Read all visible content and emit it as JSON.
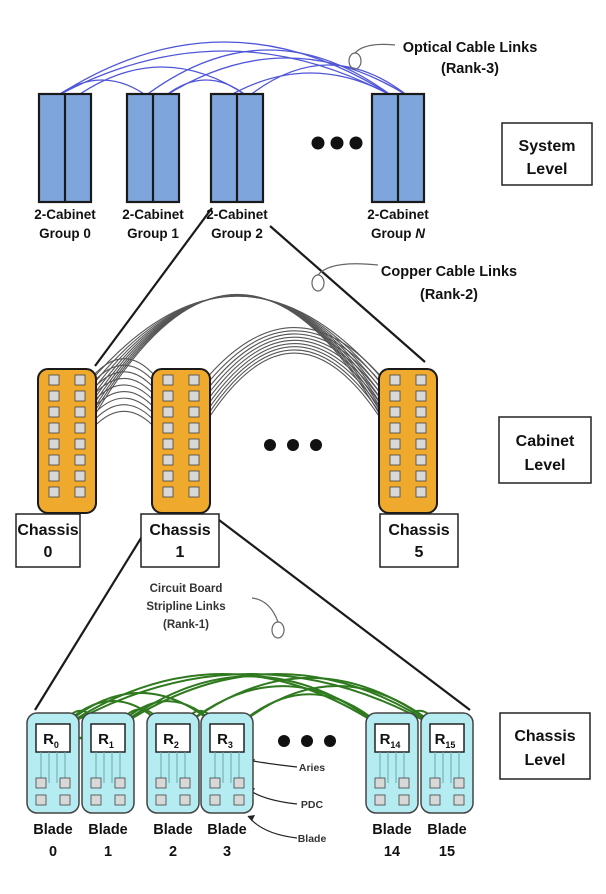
{
  "system": {
    "cable_label": [
      "Optical Cable Links",
      "(Rank-3)"
    ],
    "level_label": [
      "System",
      "Level"
    ],
    "groups": [
      {
        "line1": "2-Cabinet",
        "line2": "Group 0"
      },
      {
        "line1": "2-Cabinet",
        "line2": "Group 1"
      },
      {
        "line1": "2-Cabinet",
        "line2": "Group 2"
      },
      {
        "line1": "2-Cabinet",
        "line2": "Group ",
        "italic": "N"
      }
    ]
  },
  "cabinet": {
    "cable_label": [
      "Copper Cable Links",
      "(Rank-2)"
    ],
    "level_label": [
      "Cabinet",
      "Level"
    ],
    "chassis": [
      {
        "line1": "Chassis",
        "line2": "0"
      },
      {
        "line1": "Chassis",
        "line2": "1"
      },
      {
        "line1": "Chassis",
        "line2": "5"
      }
    ]
  },
  "chassis_level": {
    "link_label": [
      "Circuit Board",
      "Stripline Links",
      "(Rank-1)"
    ],
    "level_label": [
      "Chassis",
      "Level"
    ],
    "callouts": [
      "Aries",
      "PDC",
      "Blade"
    ],
    "blades": [
      {
        "router": "R",
        "sub": "0",
        "line1": "Blade",
        "line2": "0"
      },
      {
        "router": "R",
        "sub": "1",
        "line1": "Blade",
        "line2": "1"
      },
      {
        "router": "R",
        "sub": "2",
        "line1": "Blade",
        "line2": "2"
      },
      {
        "router": "R",
        "sub": "3",
        "line1": "Blade",
        "line2": "3"
      },
      {
        "router": "R",
        "sub": "14",
        "line1": "Blade",
        "line2": "14"
      },
      {
        "router": "R",
        "sub": "15",
        "line1": "Blade",
        "line2": "15"
      }
    ]
  },
  "colors": {
    "cabinet_fill": "#7ea6dc",
    "optical": "#4f56d8",
    "copper": "#555555",
    "chassis_fill": "#efa92c",
    "board": "#2f7a1f",
    "blade_fill": "#b4ecf2"
  }
}
